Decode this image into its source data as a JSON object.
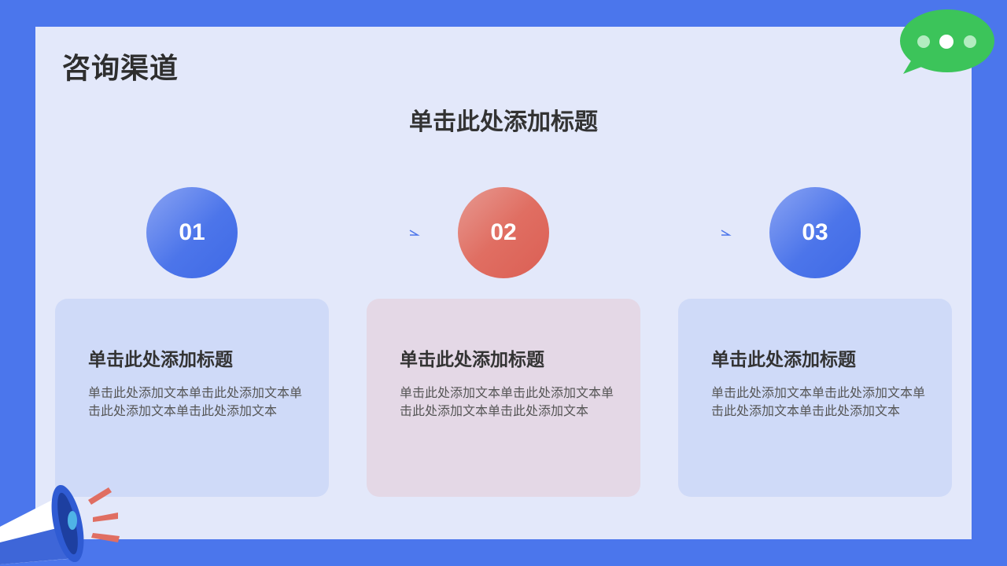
{
  "slide": {
    "title": "咨询渠道",
    "heading": "单击此处添加标题",
    "steps": [
      {
        "number": "01",
        "card_title": "单击此处添加标题",
        "card_text": "单击此处添加文本单击此处添加文本单击此处添加文本单击此处添加文本"
      },
      {
        "number": "02",
        "card_title": "单击此处添加标题",
        "card_text": "单击此处添加文本单击此处添加文本单击此处添加文本单击此处添加文本"
      },
      {
        "number": "03",
        "card_title": "单击此处添加标题",
        "card_text": "单击此处添加文本单击此处添加文本单击此处添加文本单击此处添加文本"
      }
    ]
  },
  "colors": {
    "background": "#4b76ec",
    "panel": "#e3e8fa",
    "accent_blue": "#4c75ea",
    "accent_red": "#e06e62",
    "bubble_green": "#3cc45a"
  },
  "icons": {
    "chat": "chat-bubble-icon",
    "megaphone": "megaphone-icon",
    "arrow": "arrow-right-icon"
  }
}
